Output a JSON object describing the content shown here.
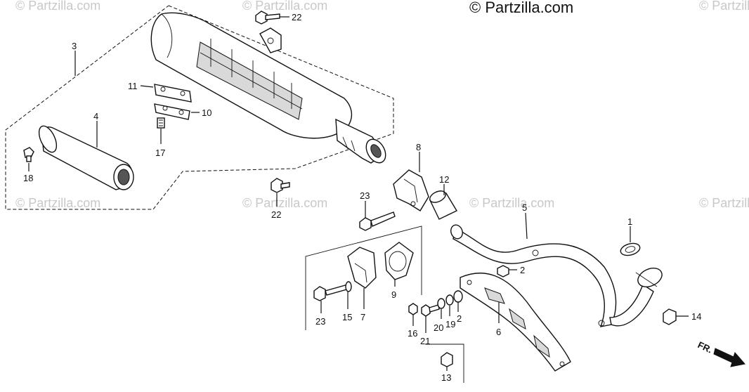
{
  "watermarks": {
    "top_right": "© Partzilla.com",
    "faint": "© Partzilla.com"
  },
  "direction_label": "FR.",
  "callouts": {
    "c1": "1",
    "c2a": "2",
    "c2b": "2",
    "c3": "3",
    "c4": "4",
    "c5": "5",
    "c6": "6",
    "c7": "7",
    "c8": "8",
    "c9": "9",
    "c10": "10",
    "c11": "11",
    "c12": "12",
    "c13": "13",
    "c14": "14",
    "c15": "15",
    "c16": "16",
    "c17": "17",
    "c18": "18",
    "c19": "19",
    "c20": "20",
    "c21": "21",
    "c22a": "22",
    "c22b": "22",
    "c23a": "23",
    "c23b": "23"
  }
}
